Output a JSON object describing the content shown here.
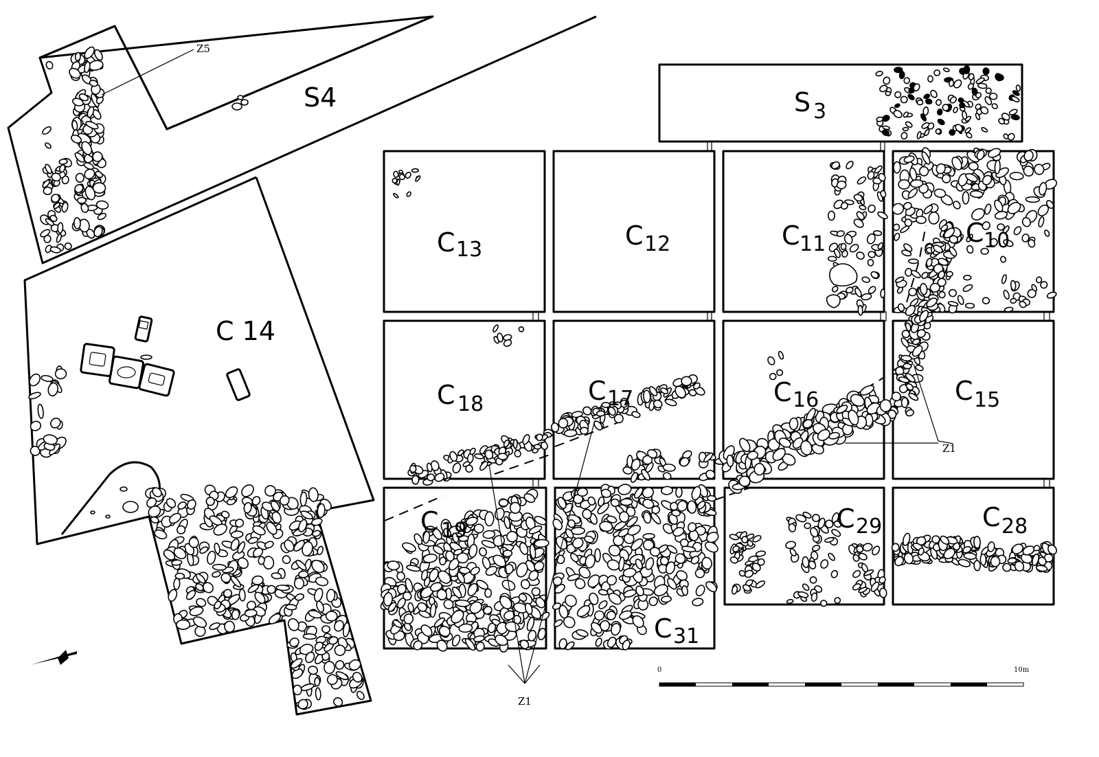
{
  "labels": {
    "s4": "S4",
    "s3_main": "S",
    "s3_sub": "3",
    "c13_main": "C",
    "c13_sub": "13",
    "c12_main": "C",
    "c12_sub": "12",
    "c11_main": "C",
    "c11_sub": "11",
    "c10_main": "C",
    "c10_sub": "10",
    "c14": "C 14",
    "c18_main": "C",
    "c18_sub": "18",
    "c17_main": "C",
    "c17_sub": "17",
    "c16_main": "C",
    "c16_sub": "16",
    "c15_main": "C",
    "c15_sub": "15",
    "c19_main": "C",
    "c19_sub": "19",
    "c31_main": "C",
    "c31_sub": "31",
    "c29_main": "C",
    "c29_sub": "29",
    "c28_main": "C",
    "c28_sub": "28"
  },
  "annotations": {
    "z5": "Z5",
    "z1_right": "Z1",
    "z1_bottom": "Z1"
  },
  "scale": {
    "start": "0",
    "end": "10m"
  },
  "north_arrow": "N"
}
